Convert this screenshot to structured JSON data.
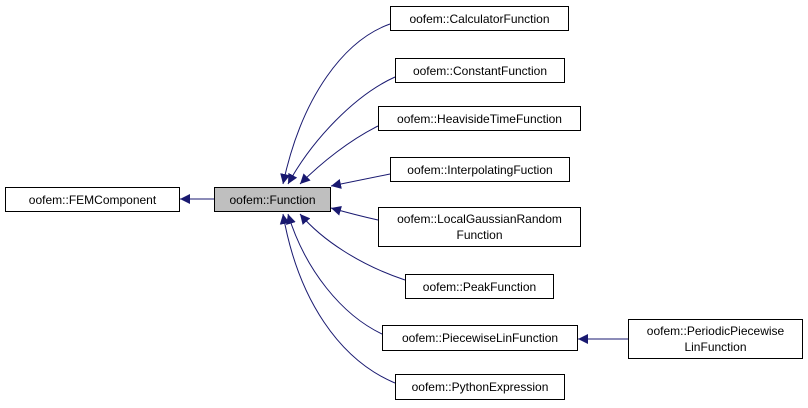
{
  "colors": {
    "edge": "#191970",
    "node_border": "#000000",
    "current_fill": "#bfbfbf"
  },
  "nodes": {
    "fem_component": {
      "lines": [
        "oofem::FEMComponent"
      ]
    },
    "function": {
      "lines": [
        "oofem::Function"
      ]
    },
    "calculator_function": {
      "lines": [
        "oofem::CalculatorFunction"
      ]
    },
    "constant_function": {
      "lines": [
        "oofem::ConstantFunction"
      ]
    },
    "heaviside_time_function": {
      "lines": [
        "oofem::HeavisideTimeFunction"
      ]
    },
    "interpolating_fuction": {
      "lines": [
        "oofem::InterpolatingFuction"
      ]
    },
    "local_gaussian_random_function": {
      "lines": [
        "oofem::LocalGaussianRandom",
        "Function"
      ]
    },
    "peak_function": {
      "lines": [
        "oofem::PeakFunction"
      ]
    },
    "piecewise_lin_function": {
      "lines": [
        "oofem::PiecewiseLinFunction"
      ]
    },
    "periodic_piecewise_lin_function": {
      "lines": [
        "oofem::PeriodicPiecewise",
        "LinFunction"
      ]
    },
    "python_expression": {
      "lines": [
        "oofem::PythonExpression"
      ]
    }
  }
}
